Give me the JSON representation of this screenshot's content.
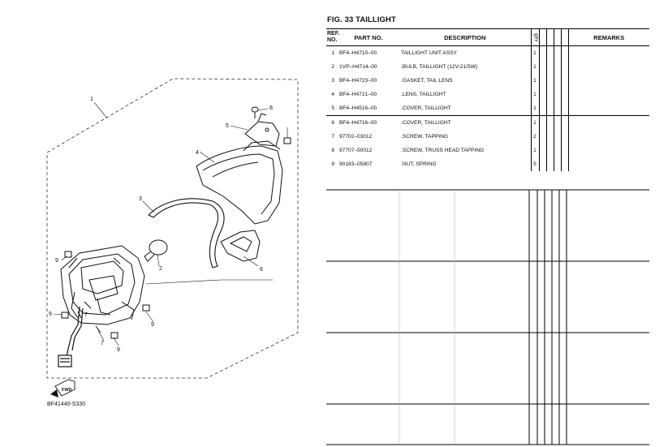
{
  "figure": {
    "title": "FIG. 33  TAILLIGHT",
    "diagram_code": "BF41440-S330",
    "fwd_label": "FWD",
    "callouts": [
      "1",
      "2",
      "3",
      "4",
      "5",
      "6",
      "7",
      "7",
      "8",
      "9",
      "9",
      "9",
      "9"
    ]
  },
  "table": {
    "headers": {
      "ref_line1": "REF.",
      "ref_line2": "NO.",
      "part_no": "PART NO.",
      "description": "DESCRIPTION",
      "qty": "QTY",
      "remarks": "REMARKS"
    },
    "rows": [
      {
        "ref": "1",
        "part": "BF4–H4710–00",
        "desc": "TAILLIGHT UNIT ASSY",
        "qty": "1"
      },
      {
        "ref": "2",
        "part": "1VP–H4714–00",
        "desc": ".BULB, TAILLIGHT (12V-21/5W)",
        "qty": "1"
      },
      {
        "ref": "3",
        "part": "BF4–H4723–00",
        "desc": ".GASKET, TAIL LENS",
        "qty": "1"
      },
      {
        "ref": "4",
        "part": "BF4–H4721–00",
        "desc": ".LENS, TAILLIGHT",
        "qty": "1"
      },
      {
        "ref": "5",
        "part": "BF4–H4516–00",
        "desc": ".COVER, TAILLIGHT",
        "qty": "1"
      },
      {
        "ref": "6",
        "part": "BF4–H4716–00",
        "desc": ".COVER, TAILLIGHT",
        "qty": "1"
      },
      {
        "ref": "7",
        "part": "97702–03012",
        "desc": ".SCREW, TAPPING",
        "qty": "2"
      },
      {
        "ref": "8",
        "part": "97707–50012",
        "desc": ".SCREW, TRUSS HEAD TAPPING",
        "qty": "1"
      },
      {
        "ref": "9",
        "part": "90183–05807",
        "desc": ".NUT, SPRING",
        "qty": "5"
      }
    ]
  }
}
